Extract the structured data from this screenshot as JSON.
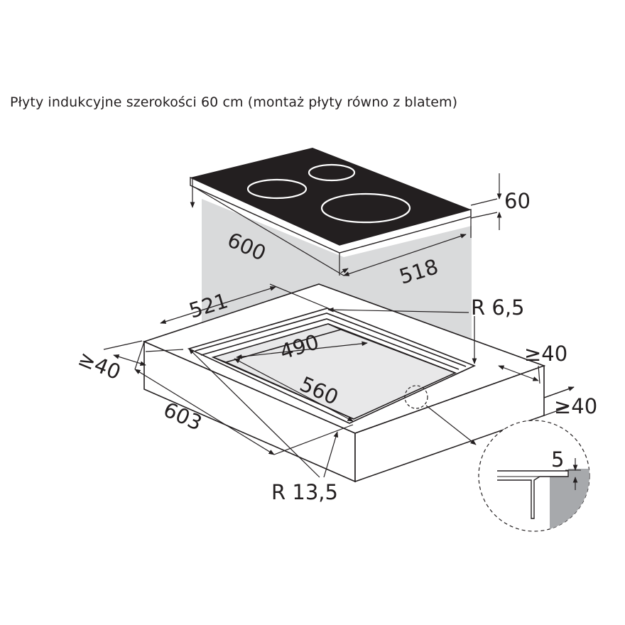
{
  "caption": "Płyty indukcyjne szerokości 60 cm (montaż płyty równo z blatem)",
  "dimensions": {
    "hob_thickness": "60",
    "hob_width": "600",
    "hob_depth": "518",
    "cutout_top_width": "521",
    "corner_radius_small": "R 6,5",
    "rear_clearance": "≥40",
    "side_clearance_right": "≥40",
    "side_clearance_left": "≥40",
    "cutout_depth": "490",
    "cutout_width": "560",
    "rebate_width": "603",
    "corner_radius_large": "R 13,5",
    "rebate_depth": "5"
  }
}
